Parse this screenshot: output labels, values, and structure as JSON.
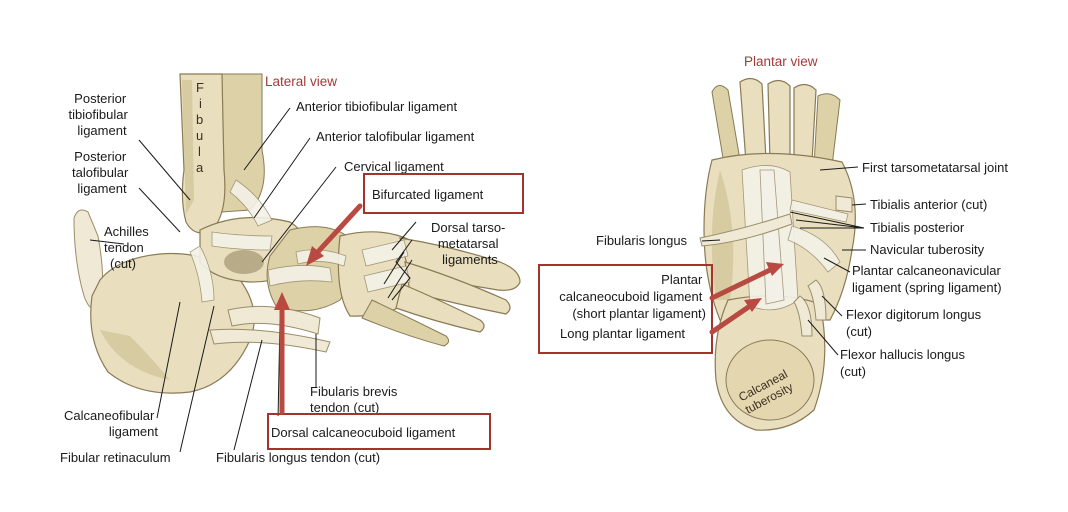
{
  "lateral": {
    "title": "Lateral view",
    "fibula_letters": [
      "F",
      "i",
      "b",
      "u",
      "l",
      "a"
    ],
    "labels": {
      "posterior_tibiofibular": [
        "Posterior",
        "tibiofibular",
        "ligament"
      ],
      "posterior_talofibular": [
        "Posterior",
        "talofibular",
        "ligament"
      ],
      "achilles": [
        "Achilles",
        "tendon",
        "(cut)"
      ],
      "anterior_tibiofibular": "Anterior tibiofibular ligament",
      "anterior_talofibular": "Anterior talofibular ligament",
      "cervical": "Cervical ligament",
      "bifurcated": "Bifurcated ligament",
      "dorsal_tarsometatarsal": [
        "Dorsal tarso-",
        "metatarsal",
        "ligaments"
      ],
      "fibularis_brevis": [
        "Fibularis brevis",
        "tendon (cut)"
      ],
      "dorsal_calcaneocuboid": "Dorsal calcaneocuboid ligament",
      "calcaneofibular": [
        "Calcaneofibular",
        "ligament"
      ],
      "fibular_retinaculum": "Fibular retinaculum",
      "fibularis_longus_tendon": "Fibularis longus tendon (cut)"
    }
  },
  "plantar": {
    "title": "Plantar view",
    "calcaneal_tuberosity": [
      "Calcaneal",
      "tuberosity"
    ],
    "labels": {
      "first_tarsometatarsal": "First tarsometatarsal joint",
      "tibialis_anterior": "Tibialis anterior (cut)",
      "tibialis_posterior": "Tibialis posterior",
      "navicular_tuberosity": "Navicular tuberosity",
      "fibularis_longus": "Fibularis longus",
      "spring_ligament": [
        "Plantar calcaneonavicular",
        "ligament (spring ligament)"
      ],
      "plantar_calcaneocuboid": [
        "Plantar",
        "calcaneocuboid ligament",
        "(short plantar ligament)"
      ],
      "long_plantar": "Long plantar ligament",
      "flexor_digitorum": [
        "Flexor digitorum longus",
        "(cut)"
      ],
      "flexor_hallucis": [
        "Flexor hallucis longus",
        "(cut)"
      ]
    }
  },
  "colors": {
    "highlight": "#a3332d",
    "title": "#a33a3a",
    "bone": "#e9dfbf"
  }
}
